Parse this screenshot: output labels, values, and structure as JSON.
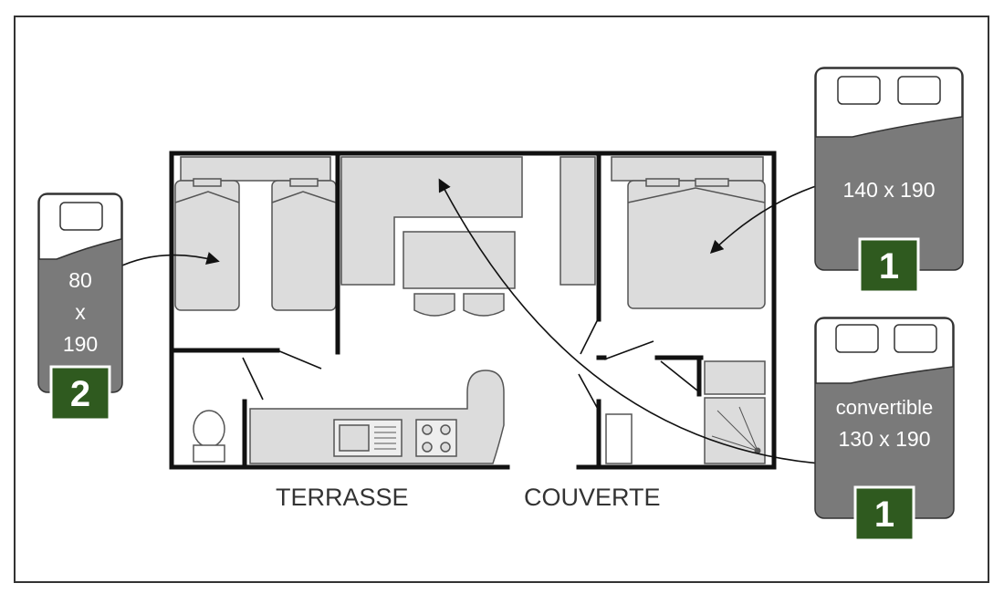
{
  "colors": {
    "wall": "#111111",
    "furniture_fill": "#dcdcdc",
    "furniture_stroke": "#555555",
    "bed_card_fill": "#7a7a7a",
    "bed_card_top": "#ffffff",
    "badge_fill": "#2f5a1f",
    "badge_border": "#ffffff",
    "label_text": "#ffffff",
    "terrace_text": "#333333"
  },
  "legend": {
    "single_beds": {
      "size_line1": "80",
      "size_line2": "x",
      "size_line3": "190",
      "count": "2"
    },
    "double_bed": {
      "size": "140 x 190",
      "count": "1"
    },
    "convertible": {
      "label": "convertible",
      "size": "130 x 190",
      "count": "1"
    }
  },
  "terrace": {
    "left_word": "TERRASSE",
    "right_word": "COUVERTE"
  }
}
